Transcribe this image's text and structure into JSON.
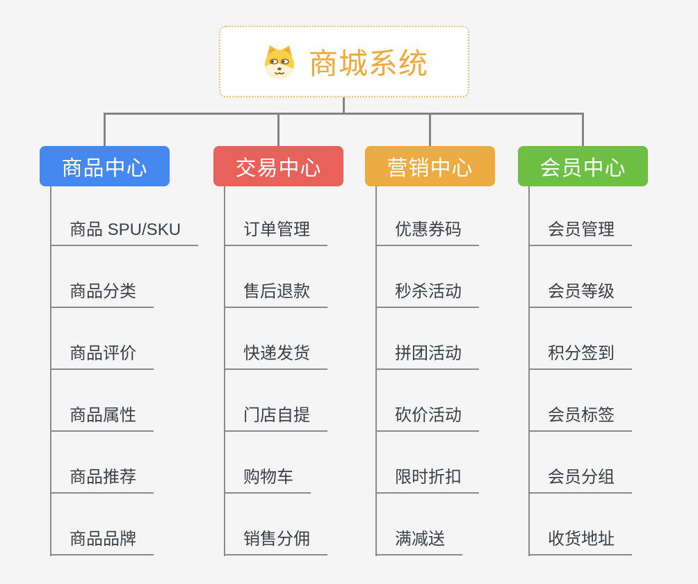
{
  "root": {
    "title": "商城系统",
    "icon": "doge-icon",
    "accent_color": "#F0A93C",
    "border_color": "#F5C163"
  },
  "branches": [
    {
      "label": "商品中心",
      "color": "#4589F0",
      "items": [
        "商品 SPU/SKU",
        "商品分类",
        "商品评价",
        "商品属性",
        "商品推荐",
        "商品品牌"
      ]
    },
    {
      "label": "交易中心",
      "color": "#E8625C",
      "items": [
        "订单管理",
        "售后退款",
        "快递发货",
        "门店自提",
        "购物车",
        "销售分佣"
      ]
    },
    {
      "label": "营销中心",
      "color": "#EDAB43",
      "items": [
        "优惠券码",
        "秒杀活动",
        "拼团活动",
        "砍价活动",
        "限时折扣",
        "满减送"
      ]
    },
    {
      "label": "会员中心",
      "color": "#6DC044",
      "items": [
        "会员管理",
        "会员等级",
        "积分签到",
        "会员标签",
        "会员分组",
        "收货地址"
      ]
    }
  ],
  "colors": {
    "background": "#F5F5F5",
    "connector": "#848484",
    "underline": "#8A8A8A",
    "item_text": "#3C4045"
  }
}
